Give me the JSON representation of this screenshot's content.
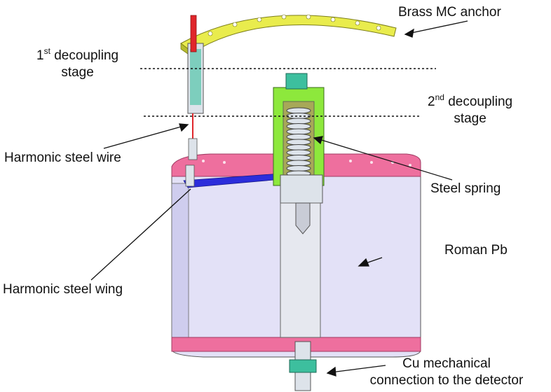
{
  "labels": {
    "brass_anchor": "Brass MC anchor",
    "first_stage_sup": "st",
    "first_stage_num": "1",
    "first_stage_rest": " decoupling",
    "first_stage_line2": "stage",
    "second_stage_num": "2",
    "second_stage_sup": "nd",
    "second_stage_rest": " decoupling",
    "second_stage_line2": "stage",
    "wire": "Harmonic steel wire",
    "spring": "Steel spring",
    "roman_pb": "Roman Pb",
    "wing": "Harmonic steel wing",
    "cu_line1": "Cu mechanical",
    "cu_line2": "connection to the detector"
  },
  "colors": {
    "pb_face": "#e3e1f7",
    "copper_band": "#ee6f9e",
    "brass": "#e9ec4d",
    "brass_dark": "#b7bd2c",
    "steel": "#dde3ea",
    "wire": "#e0262b",
    "wing": "#2c2ddb",
    "teal": "#3dbf9e",
    "green_cap": "#8de83c",
    "olive": "#a7a858"
  }
}
